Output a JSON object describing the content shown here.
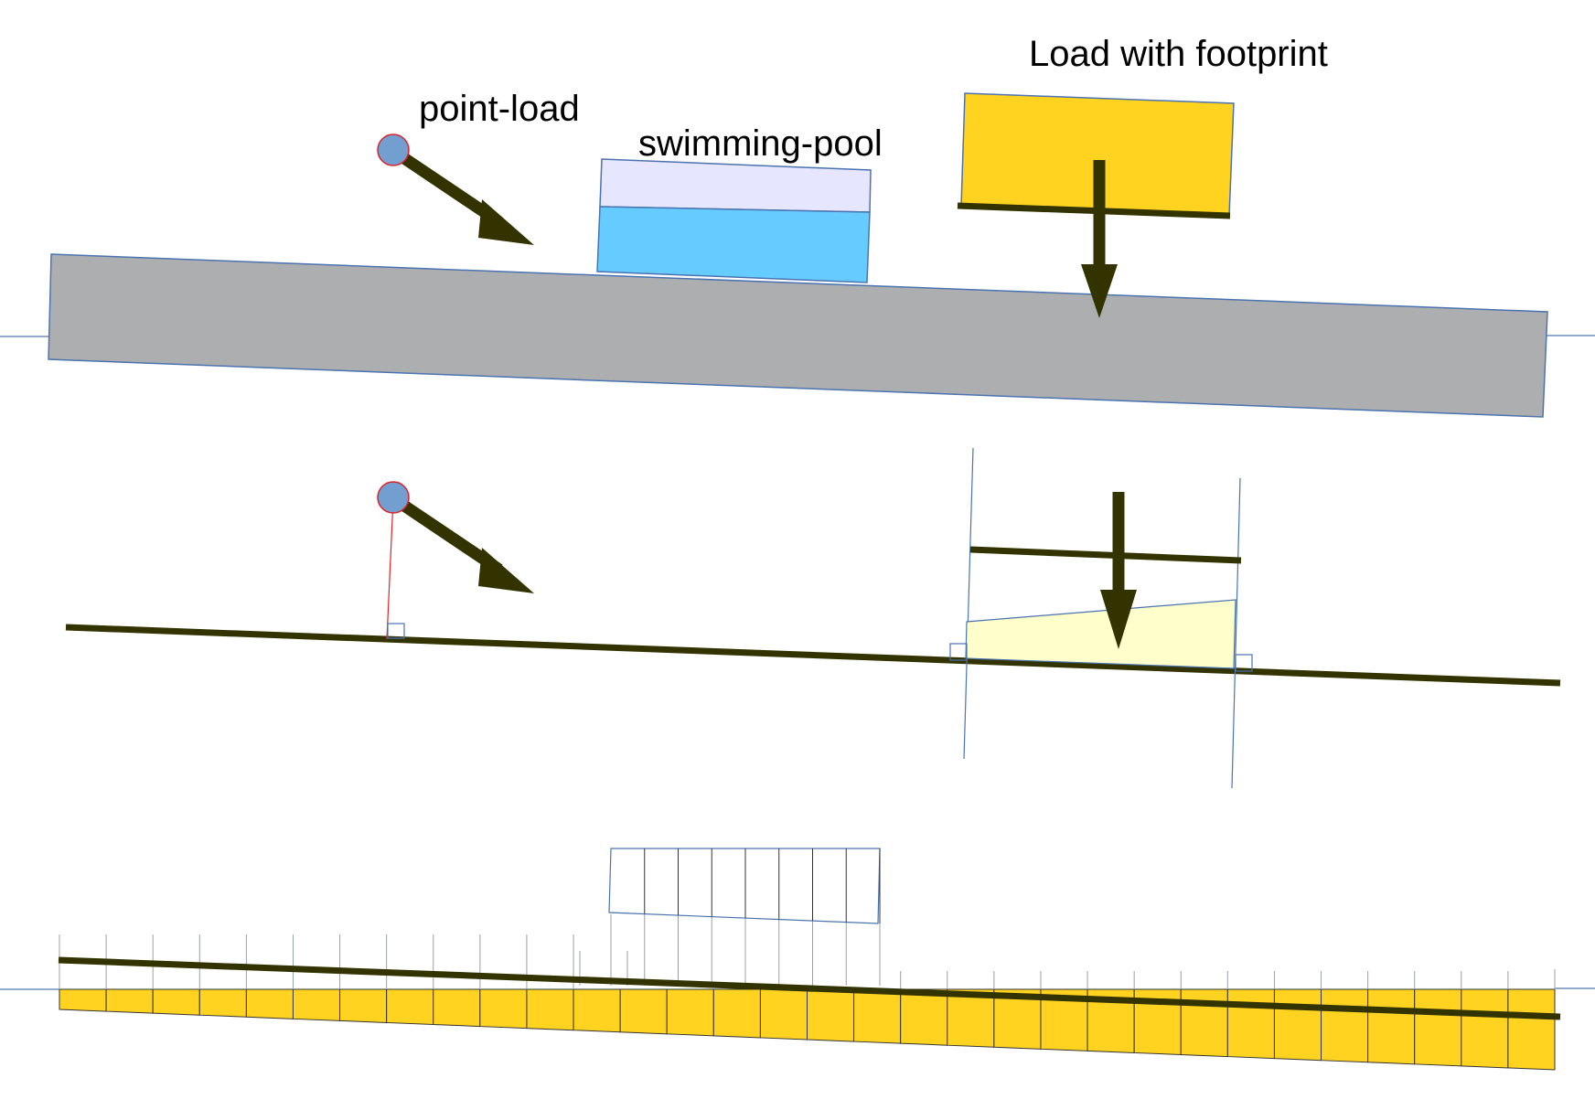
{
  "labels": {
    "point_load": "point-load",
    "swimming_pool": "swimming-pool",
    "load_with_footprint": "Load with footprint"
  },
  "colors": {
    "beam_fill": "#adaeb0",
    "beam_stroke": "#4a73b0",
    "axis_line": "#6d8fbf",
    "arrow": "#333300",
    "point_node": "#729fcf",
    "point_node_stroke": "#e0202a",
    "water": "#66ccff",
    "pool_top": "#e6e6ff",
    "footprint_load": "#ffd320",
    "projected_area": "#ffffcc",
    "element_fill": "#ffd320",
    "guide_line": "#9aa0a6"
  },
  "icons": {
    "point_load": "circle-with-arrow",
    "footprint_load": "downward-arrow"
  }
}
